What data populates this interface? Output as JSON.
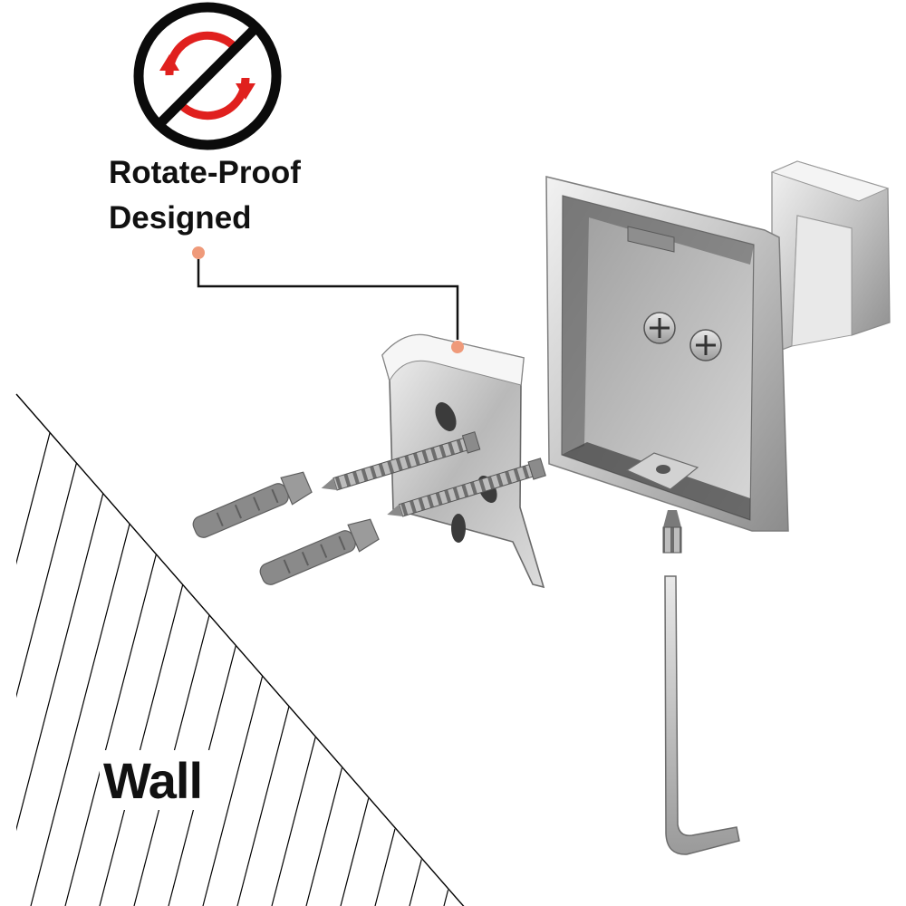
{
  "feature_callout": {
    "line_1": "Rotate-Proof",
    "line_2": "Designed",
    "badge_icon": "no-rotation-icon",
    "accent_color": "#e0201e",
    "dot_color": "#ef9a7a"
  },
  "wall": {
    "label": "Wall"
  },
  "parts": [
    {
      "name": "towel-hook",
      "icon": "square-hook"
    },
    {
      "name": "mounting-bracket",
      "icon": "bent-plate-bracket"
    },
    {
      "name": "wood-screws",
      "icon": "screw",
      "count": 2
    },
    {
      "name": "wall-anchors",
      "icon": "plastic-anchor",
      "count": 2
    },
    {
      "name": "set-screw",
      "icon": "grub-screw"
    },
    {
      "name": "hex-key",
      "icon": "allen-wrench"
    }
  ]
}
